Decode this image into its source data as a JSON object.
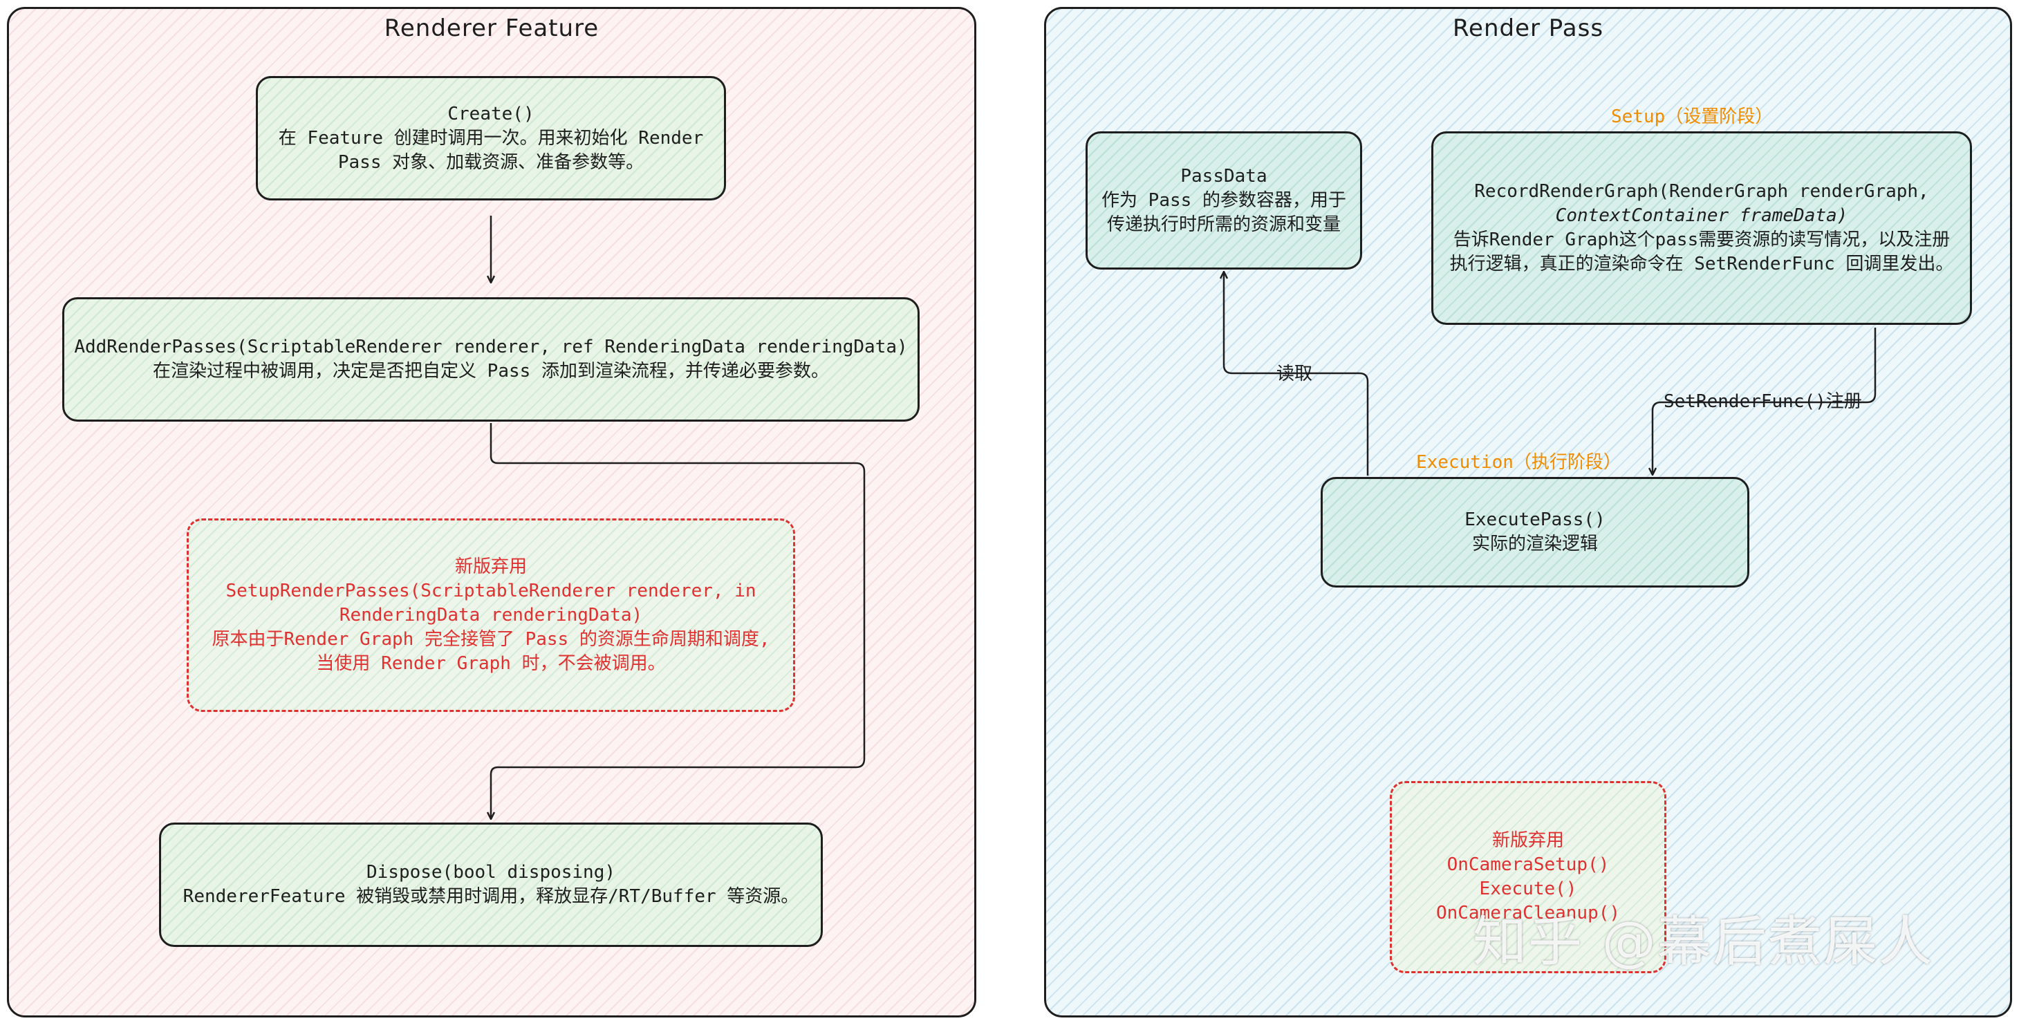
{
  "renderer_feature": {
    "title": "Renderer Feature",
    "create": {
      "title": "Create()",
      "desc_line1": "在 Feature 创建时调用一次。用来初始化 Render",
      "desc_line2": "Pass 对象、加载资源、准备参数等。"
    },
    "add_render_passes": {
      "title": "AddRenderPasses(ScriptableRenderer renderer, ref RenderingData renderingData)",
      "desc": "在渲染过程中被调用，决定是否把自定义 Pass 添加到渲染流程，并传递必要参数。"
    },
    "setup_render_passes": {
      "header": "新版弃用",
      "line1": "SetupRenderPasses(ScriptableRenderer renderer, in",
      "line2": "RenderingData renderingData)",
      "line3": "原本由于Render Graph 完全接管了 Pass 的资源生命周期和调度,",
      "line4": "当使用 Render Graph 时，不会被调用。"
    },
    "dispose": {
      "title": "Dispose(bool disposing)",
      "desc": "RendererFeature 被销毁或禁用时调用，释放显存/RT/Buffer 等资源。"
    }
  },
  "render_pass": {
    "title": "Render Pass",
    "setup_label": "Setup（设置阶段）",
    "execution_label": "Execution（执行阶段）",
    "pass_data": {
      "title": "PassData",
      "desc_line1": "作为 Pass 的参数容器，用于",
      "desc_line2": "传递执行时所需的资源和变量"
    },
    "record_render_graph": {
      "line1": "RecordRenderGraph(RenderGraph renderGraph,",
      "line2": "ContextContainer frameData)",
      "line3": "告诉Render Graph这个pass需要资源的读写情况，以及注册",
      "line4": "执行逻辑，真正的渲染命令在 SetRenderFunc 回调里发出。"
    },
    "execute_pass": {
      "title": "ExecutePass()",
      "desc": "实际的渲染逻辑"
    },
    "read_label": "读取",
    "set_render_func_label": "SetRenderFunc()注册",
    "deprecated": {
      "header": "新版弃用",
      "line1": "OnCameraSetup()",
      "line2": "Execute()",
      "line3": "OnCameraCleanup()"
    }
  },
  "watermark": "知乎 @幕后煮屎人"
}
